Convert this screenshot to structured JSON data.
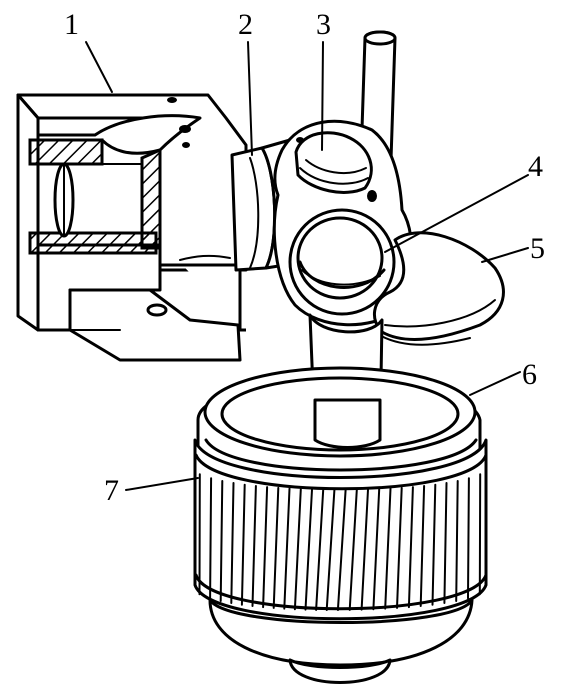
{
  "labels": {
    "part1": "1",
    "part2": "2",
    "part3": "3",
    "part4": "4",
    "part5": "5",
    "part6": "6",
    "part7": "7"
  },
  "colors": {
    "ink": "#000000",
    "paper": "#ffffff"
  }
}
